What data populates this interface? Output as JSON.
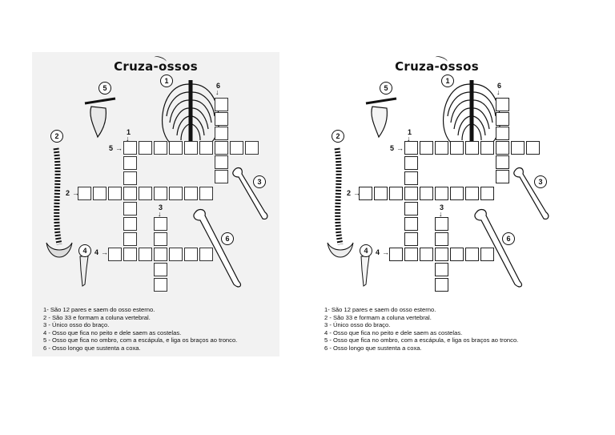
{
  "title": "Cruza-ossos",
  "markers": {
    "n1": "1",
    "n2": "2",
    "n3": "3",
    "n4": "4",
    "n5": "5",
    "n6": "6"
  },
  "arrows": {
    "right": "→",
    "down": "↓"
  },
  "clues": [
    "1- São 12 pares e saem do osso esterno.",
    "2 - São 33 e formam a coluna vertebral.",
    "3 - Único osso do braço.",
    "4 - Osso que fica no peito e dele saem as costelas.",
    "5 - Osso que fica no ombro, com a escápula, e liga os braços ao tronco.",
    "6 - Osso longo que sustenta a coxa."
  ],
  "illustrations": [
    "rib-cage",
    "clavicle-scapula",
    "spine",
    "humerus",
    "femur",
    "sternum"
  ]
}
